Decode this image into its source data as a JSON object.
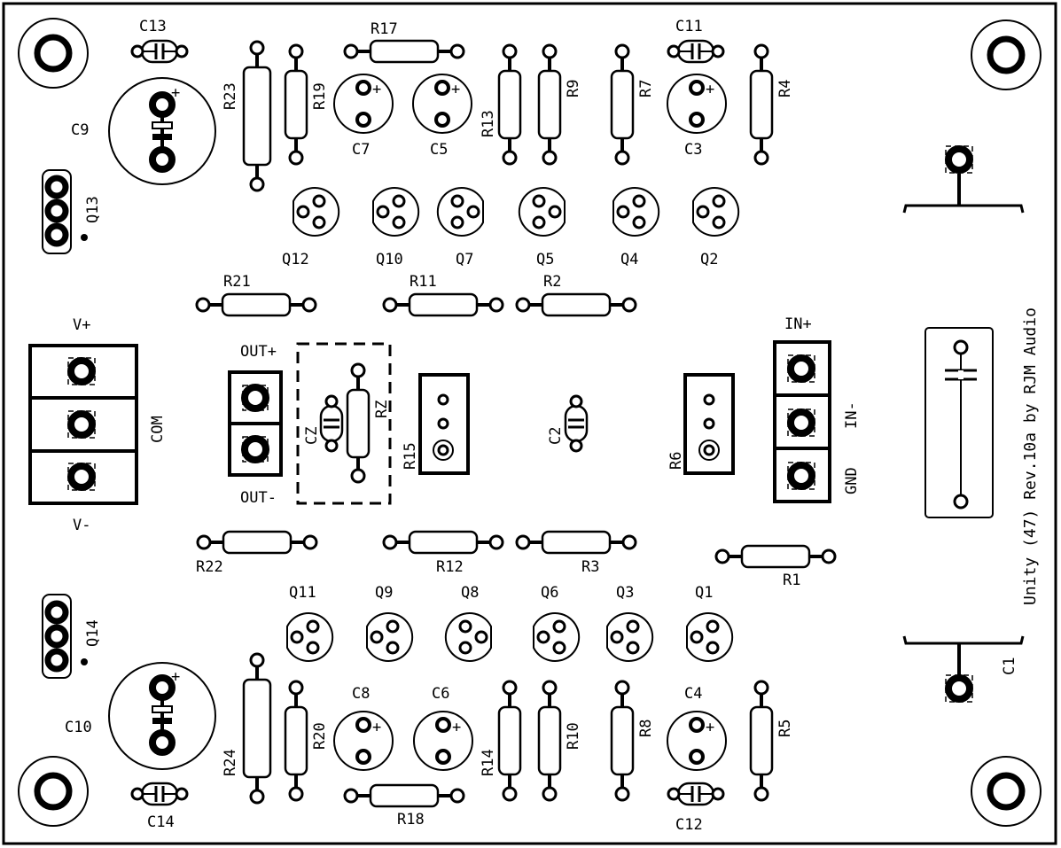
{
  "board": {
    "title": "Unity (47) Rev.10a by RJM Audio",
    "colors": {
      "ink": "#000000",
      "paper": "#ffffff"
    }
  },
  "labels": {
    "c13": "C13",
    "c11": "C11",
    "c9": "C9",
    "c7": "C7",
    "c5": "C5",
    "c3": "C3",
    "r17": "R17",
    "r23": "R23",
    "r19": "R19",
    "r13": "R13",
    "r9": "R9",
    "r7": "R7",
    "r4": "R4",
    "q13": "Q13",
    "q12": "Q12",
    "q10": "Q10",
    "q7": "Q7",
    "q5": "Q5",
    "q4": "Q4",
    "q2": "Q2",
    "r21": "R21",
    "r11": "R11",
    "r2": "R2",
    "vplus": "V+",
    "com": "COM",
    "vminus": "V-",
    "outplus": "OUT+",
    "outminus": "OUT-",
    "cz": "CZ",
    "rz": "RZ",
    "r15": "R15",
    "c2": "C2",
    "r6": "R6",
    "inplus": "IN+",
    "inminus": "IN-",
    "gnd": "GND",
    "r22": "R22",
    "r12": "R12",
    "r3": "R3",
    "r1": "R1",
    "q11": "Q11",
    "q9": "Q9",
    "q8": "Q8",
    "q6": "Q6",
    "q3": "Q3",
    "q1": "Q1",
    "q14": "Q14",
    "c8": "C8",
    "c6": "C6",
    "c4": "C4",
    "c10": "C10",
    "r24": "R24",
    "r20": "R20",
    "r14": "R14",
    "r10": "R10",
    "r8": "R8",
    "r5": "R5",
    "c14": "C14",
    "r18": "R18",
    "c12": "C12",
    "c1": "C1",
    "plus": "+"
  }
}
